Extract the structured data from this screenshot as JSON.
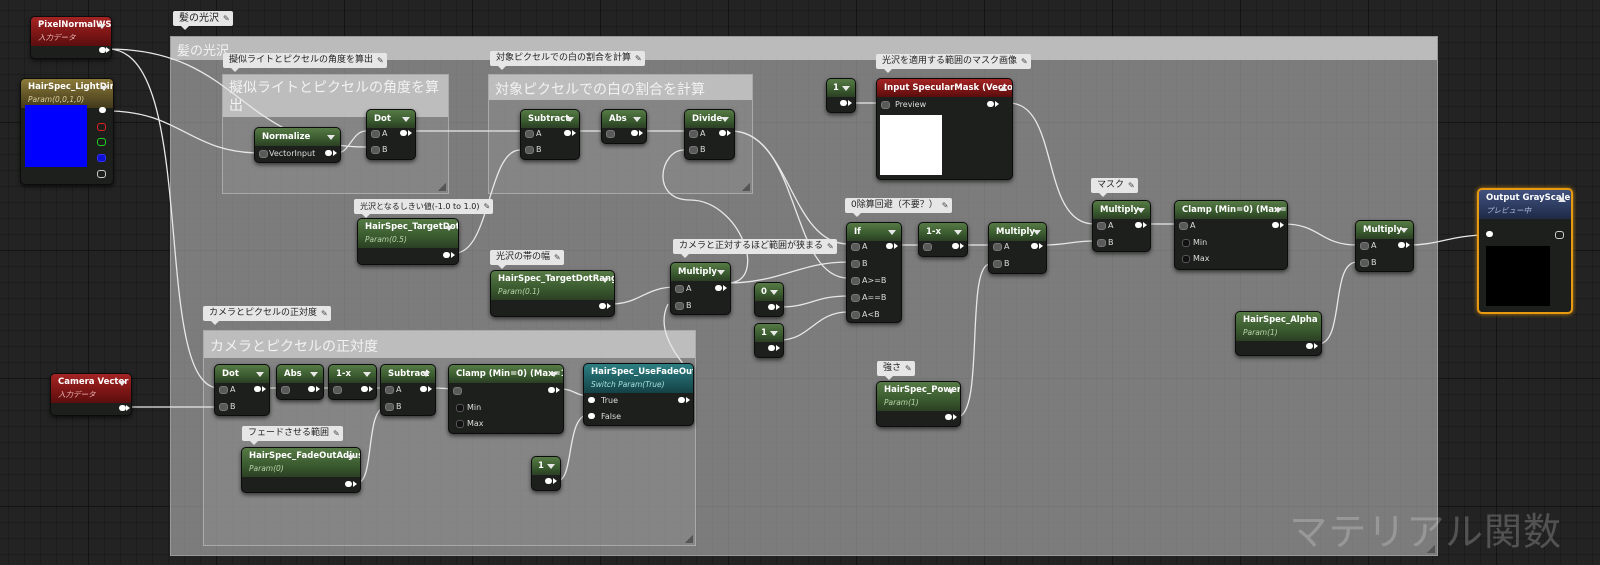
{
  "comments": {
    "outer_bubble": "髪の光沢",
    "outer_title": "髪の光沢",
    "angle_bubble": "擬似ライトとピクセルの角度を算出",
    "angle_title": "擬似ライトとピクセルの角度を算出",
    "white_bubble": "対象ピクセルでの白の割合を計算",
    "white_title": "対象ピクセルでの白の割合を計算",
    "camera_bubble": "カメラとピクセルの正対度",
    "camera_title": "カメラとピクセルの正対度",
    "threshold_bubble": "光沢となるしきい値(-1.0 to 1.0)",
    "band_bubble": "光沢の帯の幅",
    "narrow_bubble": "カメラと正対するほど範囲が狭まる",
    "div0_bubble": "0除算回避（不要？）",
    "mask_bubble": "光沢を適用する範囲のマスク画像",
    "mask_label_bubble": "マスク",
    "power_bubble": "強さ",
    "fade_bubble": "フェードさせる範囲"
  },
  "nodes": {
    "pixel_normal": {
      "title": "PixelNormalWS",
      "sub": "入力データ"
    },
    "light_dir": {
      "title": "HairSpec_LightDir",
      "sub": "Param(0,0,1,0)"
    },
    "camera_vector": {
      "title": "Camera Vector",
      "sub": "入力データ"
    },
    "normalize": {
      "title": "Normalize",
      "input": "VectorInput"
    },
    "dot1": {
      "title": "Dot",
      "a": "A",
      "b": "B"
    },
    "subtract1": {
      "title": "Subtract",
      "a": "A",
      "b": "B"
    },
    "abs1": {
      "title": "Abs"
    },
    "divide": {
      "title": "Divide",
      "a": "A",
      "b": "B"
    },
    "target_dot": {
      "title": "HairSpec_TargetDot",
      "sub": "Param(0.5)"
    },
    "target_dot_range": {
      "title": "HairSpec_TargetDotRange",
      "sub": "Param(0.1)"
    },
    "multiply1": {
      "title": "Multiply",
      "a": "A",
      "b": "B"
    },
    "const_one_top": {
      "title": "1"
    },
    "specular_mask": {
      "title": "Input SpecularMask (Vector3)",
      "preview": "Preview"
    },
    "if_node": {
      "title": "If",
      "a": "A",
      "b": "B",
      "gt": "A>=B",
      "eq": "A==B",
      "lt": "A<B"
    },
    "const_zero": {
      "title": "0"
    },
    "const_one_mid": {
      "title": "1"
    },
    "one_minus1": {
      "title": "1-x"
    },
    "multiply2": {
      "title": "Multiply",
      "a": "A",
      "b": "B"
    },
    "multiply3": {
      "title": "Multiply",
      "a": "A",
      "b": "B"
    },
    "clamp1": {
      "title": "Clamp (Min=0) (Max=1)",
      "a": "A",
      "min": "Min",
      "max": "Max"
    },
    "multiply4": {
      "title": "Multiply",
      "a": "A",
      "b": "B"
    },
    "output": {
      "title": "Output GrayScale",
      "sub": "プレビュー中"
    },
    "hair_alpha": {
      "title": "HairSpec_Alpha",
      "sub": "Param(1)"
    },
    "hair_power": {
      "title": "HairSpec_Power",
      "sub": "Param(1)"
    },
    "dot2": {
      "title": "Dot",
      "a": "A",
      "b": "B"
    },
    "abs2": {
      "title": "Abs"
    },
    "one_minus2": {
      "title": "1-x"
    },
    "subtract2": {
      "title": "Subtract",
      "a": "A",
      "b": "B"
    },
    "clamp2": {
      "title": "Clamp (Min=0) (Max=1)",
      "min": "Min",
      "max": "Max"
    },
    "use_fade_out": {
      "title": "HairSpec_UseFadeOut",
      "sub": "Switch Param(True)",
      "true_label": "True",
      "false_label": "False"
    },
    "fade_out_adjust": {
      "title": "HairSpec_FadeOutAdjust",
      "sub": "Param(0)"
    },
    "const_one_bottom": {
      "title": "1"
    }
  },
  "colors": {
    "light_dir_preview": "#0000ff",
    "mask_preview": "#ffffff",
    "output_preview": "#000000",
    "selected_border": "#e89a10"
  },
  "watermark": "マテリアル関数"
}
